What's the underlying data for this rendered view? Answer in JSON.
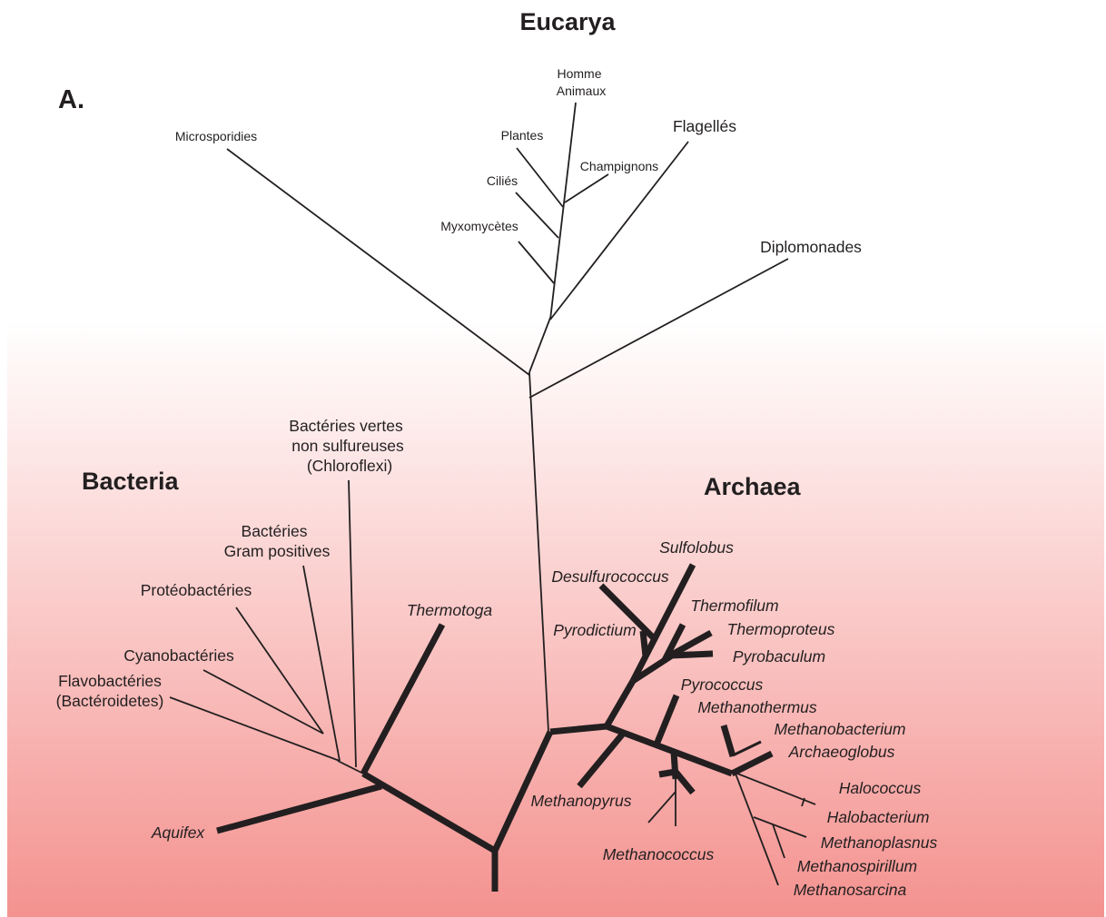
{
  "colors": {
    "ink": "#231f20",
    "gradient_top": "#ffffff",
    "gradient_bottom": "#f4928f"
  },
  "panel_label": "A.",
  "domains": {
    "eucarya": "Eucarya",
    "bacteria": "Bacteria",
    "archaea": "Archaea"
  },
  "eucarya_taxa": {
    "homme": "Homme",
    "animaux": "Animaux",
    "plantes": "Plantes",
    "champignons": "Champignons",
    "cilies": "Ciliés",
    "myxomycetes": "Myxomycètes",
    "microsporidies": "Microsporidies",
    "flagelles": "Flagellés",
    "diplomonades": "Diplomonades"
  },
  "bacteria_taxa": {
    "vertes_1": "Bactéries vertes",
    "vertes_2": "non sulfureuses",
    "vertes_3": "(Chloroflexi)",
    "gram_1": "Bactéries",
    "gram_2": "Gram positives",
    "proteo": "Protéobactéries",
    "cyano": "Cyanobactéries",
    "flavo_1": "Flavobactéries",
    "flavo_2": "(Bactéroidetes)",
    "thermotoga": "Thermotoga",
    "aquifex": "Aquifex"
  },
  "archaea_taxa": {
    "sulfolobus": "Sulfolobus",
    "desulfurococcus": "Desulfurococcus",
    "thermofilum": "Thermofilum",
    "pyrodictium": "Pyrodictium",
    "thermoproteus": "Thermoproteus",
    "pyrobaculum": "Pyrobaculum",
    "pyrococcus": "Pyrococcus",
    "methanothermus": "Methanothermus",
    "methanobacterium": "Methanobacterium",
    "archaeoglobus": "Archaeoglobus",
    "halococcus": "Halococcus",
    "halobacterium": "Halobacterium",
    "methanoplasnus": "Methanoplasnus",
    "methanospirillum": "Methanospirillum",
    "methanosarcina": "Methanosarcina",
    "methanopyrus": "Methanopyrus",
    "methanococcus": "Methanococcus"
  }
}
